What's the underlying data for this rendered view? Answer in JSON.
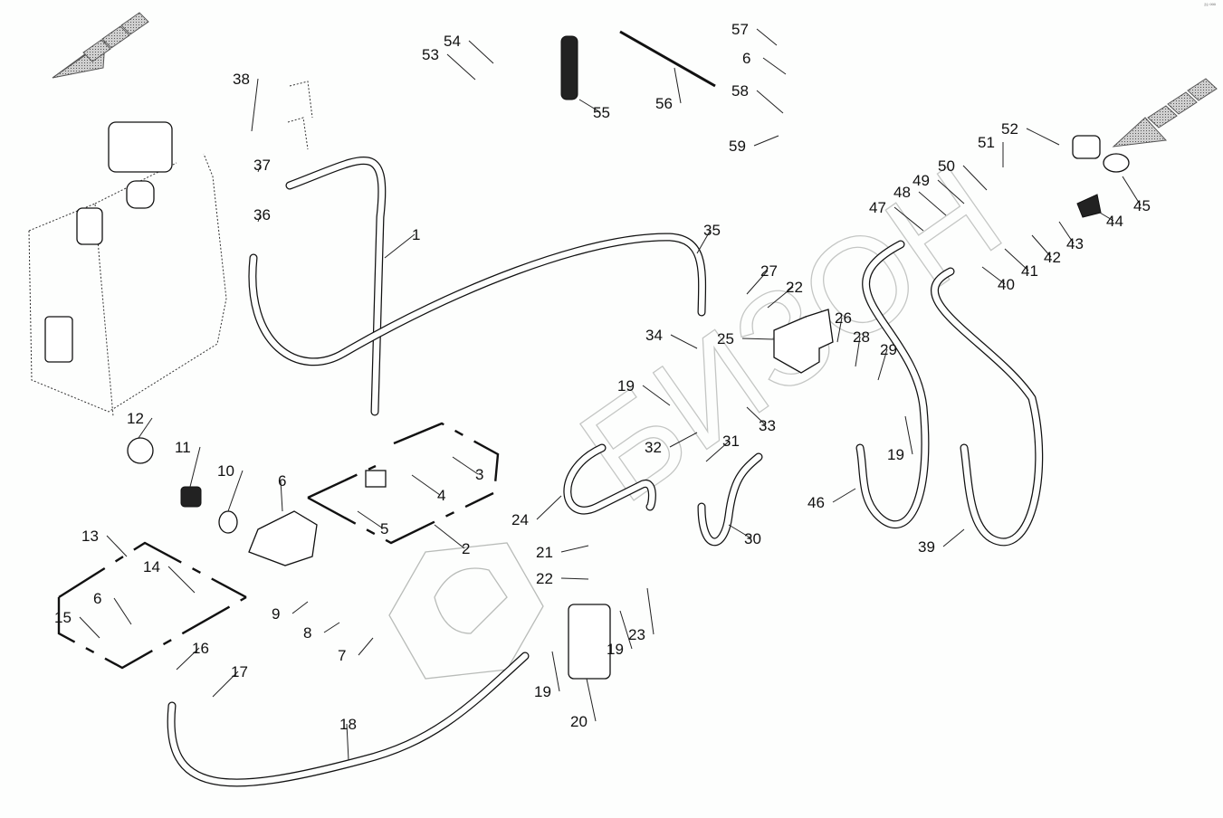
{
  "corner_text": "²⁸ ººº",
  "watermark": "БИЗОН",
  "callouts": [
    {
      "id": "1",
      "text": "1"
    },
    {
      "id": "2",
      "text": "2"
    },
    {
      "id": "3",
      "text": "3"
    },
    {
      "id": "4",
      "text": "4"
    },
    {
      "id": "5",
      "text": "5"
    },
    {
      "id": "6a",
      "text": "6"
    },
    {
      "id": "6b",
      "text": "6"
    },
    {
      "id": "6c",
      "text": "6"
    },
    {
      "id": "7",
      "text": "7"
    },
    {
      "id": "8",
      "text": "8"
    },
    {
      "id": "9",
      "text": "9"
    },
    {
      "id": "10",
      "text": "10"
    },
    {
      "id": "11",
      "text": "11"
    },
    {
      "id": "12",
      "text": "12"
    },
    {
      "id": "13",
      "text": "13"
    },
    {
      "id": "14",
      "text": "14"
    },
    {
      "id": "15",
      "text": "15"
    },
    {
      "id": "16",
      "text": "16"
    },
    {
      "id": "17",
      "text": "17"
    },
    {
      "id": "18",
      "text": "18"
    },
    {
      "id": "19a",
      "text": "19"
    },
    {
      "id": "19b",
      "text": "19"
    },
    {
      "id": "19c",
      "text": "19"
    },
    {
      "id": "19d",
      "text": "19"
    },
    {
      "id": "20",
      "text": "20"
    },
    {
      "id": "21",
      "text": "21"
    },
    {
      "id": "22a",
      "text": "22"
    },
    {
      "id": "22b",
      "text": "22"
    },
    {
      "id": "23",
      "text": "23"
    },
    {
      "id": "24",
      "text": "24"
    },
    {
      "id": "25",
      "text": "25"
    },
    {
      "id": "26",
      "text": "26"
    },
    {
      "id": "27",
      "text": "27"
    },
    {
      "id": "28",
      "text": "28"
    },
    {
      "id": "29",
      "text": "29"
    },
    {
      "id": "30",
      "text": "30"
    },
    {
      "id": "31",
      "text": "31"
    },
    {
      "id": "32",
      "text": "32"
    },
    {
      "id": "33",
      "text": "33"
    },
    {
      "id": "34",
      "text": "34"
    },
    {
      "id": "35",
      "text": "35"
    },
    {
      "id": "36",
      "text": "36"
    },
    {
      "id": "37",
      "text": "37"
    },
    {
      "id": "38",
      "text": "38"
    },
    {
      "id": "39",
      "text": "39"
    },
    {
      "id": "40",
      "text": "40"
    },
    {
      "id": "41",
      "text": "41"
    },
    {
      "id": "42",
      "text": "42"
    },
    {
      "id": "43",
      "text": "43"
    },
    {
      "id": "44",
      "text": "44"
    },
    {
      "id": "45",
      "text": "45"
    },
    {
      "id": "46",
      "text": "46"
    },
    {
      "id": "47",
      "text": "47"
    },
    {
      "id": "48",
      "text": "48"
    },
    {
      "id": "49",
      "text": "49"
    },
    {
      "id": "50",
      "text": "50"
    },
    {
      "id": "51",
      "text": "51"
    },
    {
      "id": "52",
      "text": "52"
    },
    {
      "id": "53",
      "text": "53"
    },
    {
      "id": "54",
      "text": "54"
    },
    {
      "id": "55",
      "text": "55"
    },
    {
      "id": "56",
      "text": "56"
    },
    {
      "id": "57",
      "text": "57"
    },
    {
      "id": "58",
      "text": "58"
    },
    {
      "id": "59",
      "text": "59"
    }
  ]
}
